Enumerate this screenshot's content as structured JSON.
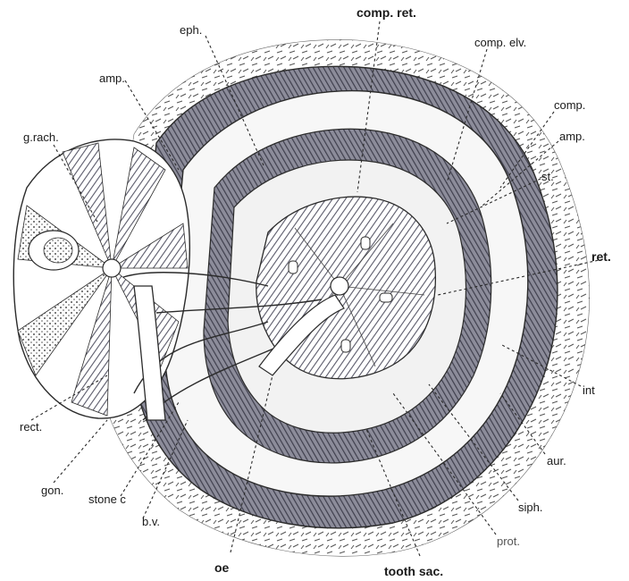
{
  "labels": {
    "comp_ret": "comp. ret.",
    "eph": "eph.",
    "comp_elv": "comp. elv.",
    "amp_left": "amp.",
    "comp": "comp.",
    "amp_right": "amp.",
    "g_rach": "g.rach.",
    "st": "st.",
    "ret": "ret.",
    "int": "int",
    "rect": "rect.",
    "aur": "aur.",
    "gon": "gon.",
    "stone_c": "stone c",
    "siph": "siph.",
    "b_v": "b.v.",
    "prot": "prot.",
    "oe": "oe",
    "tooth_sac": "tooth sac."
  },
  "colors": {
    "ink": "#2b2b2b",
    "hatch": "#5a5a6a",
    "dark_fill": "#6b6b7a",
    "paper": "#ffffff"
  }
}
